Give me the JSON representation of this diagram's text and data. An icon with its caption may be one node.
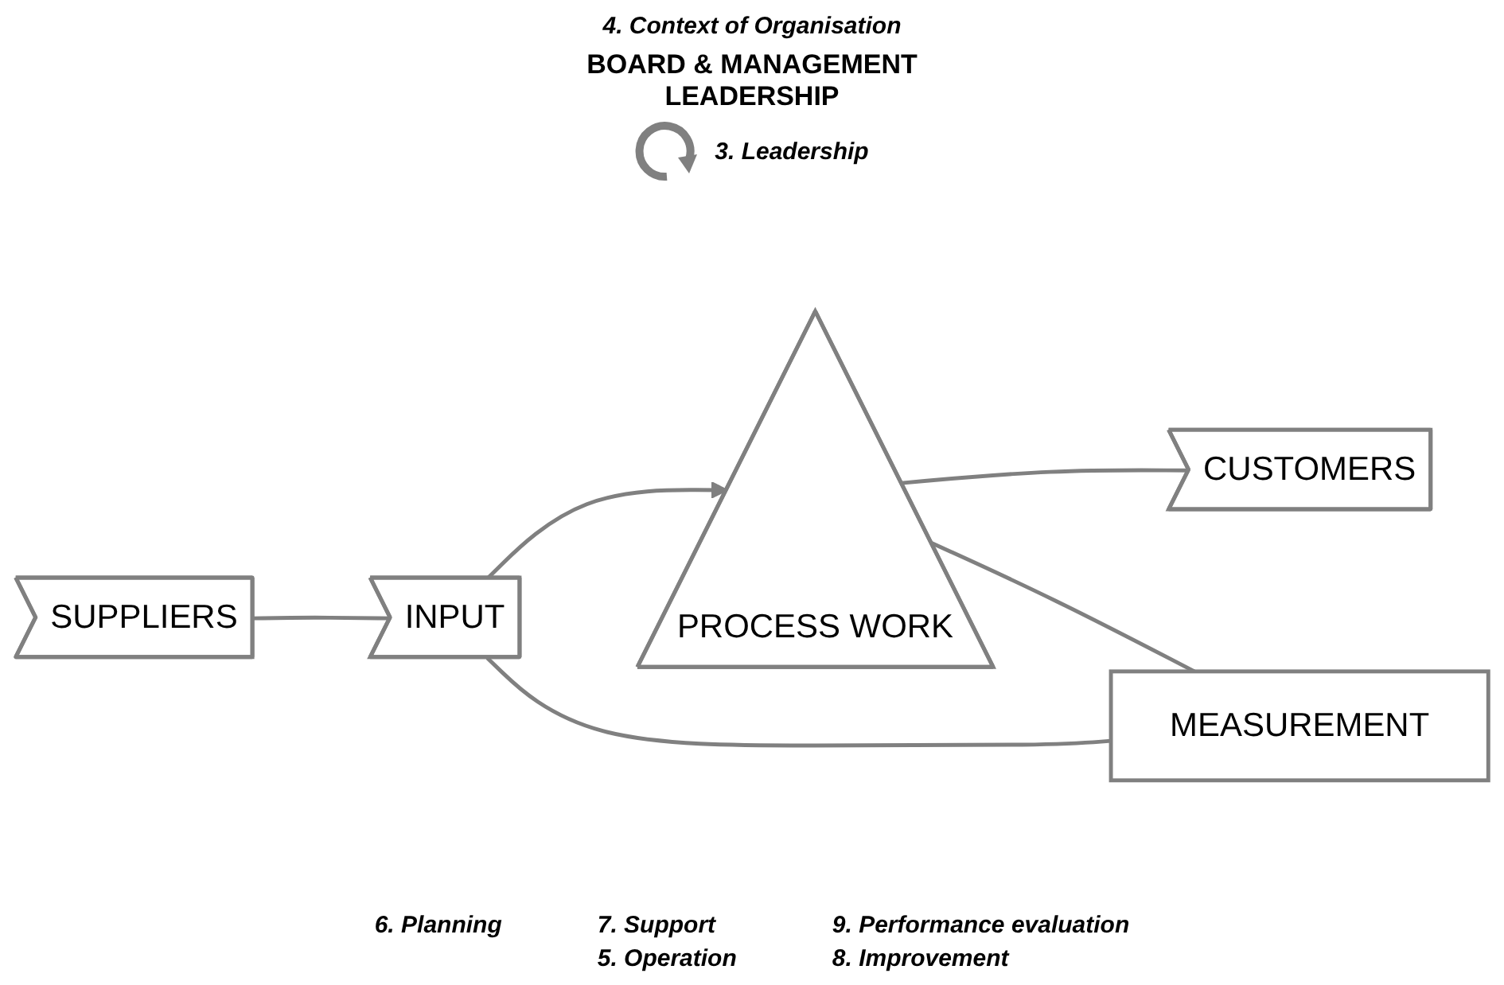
{
  "diagram": {
    "nodes": [
      {
        "text": [
          "SUPPLIERS"
        ]
      },
      {
        "text": [
          "INPUT"
        ]
      },
      {
        "text": [
          "PROCESS WORK"
        ]
      },
      {
        "text": [
          "CUSTOMERS"
        ]
      },
      {
        "text": [
          "MEASUREMENT"
        ]
      }
    ],
    "edges": [
      {
        "from": 0,
        "to": 1,
        "arrow": "none"
      },
      {
        "from": 1,
        "to": 2,
        "arrow": "to"
      },
      {
        "from": 2,
        "to": 3,
        "arrow": "none"
      },
      {
        "from": 2,
        "to": 4,
        "arrow": "none"
      },
      {
        "from": 1,
        "to": 4,
        "arrow": "none"
      }
    ],
    "labels": [
      "4. Context of Organisation",
      "BOARD & MANAGEMENT LEADERSHIP",
      "3. Leadership",
      "6. Planning",
      "7. Support",
      "5. Operation",
      "9. Performance evaluation",
      "8. Improvement"
    ]
  }
}
